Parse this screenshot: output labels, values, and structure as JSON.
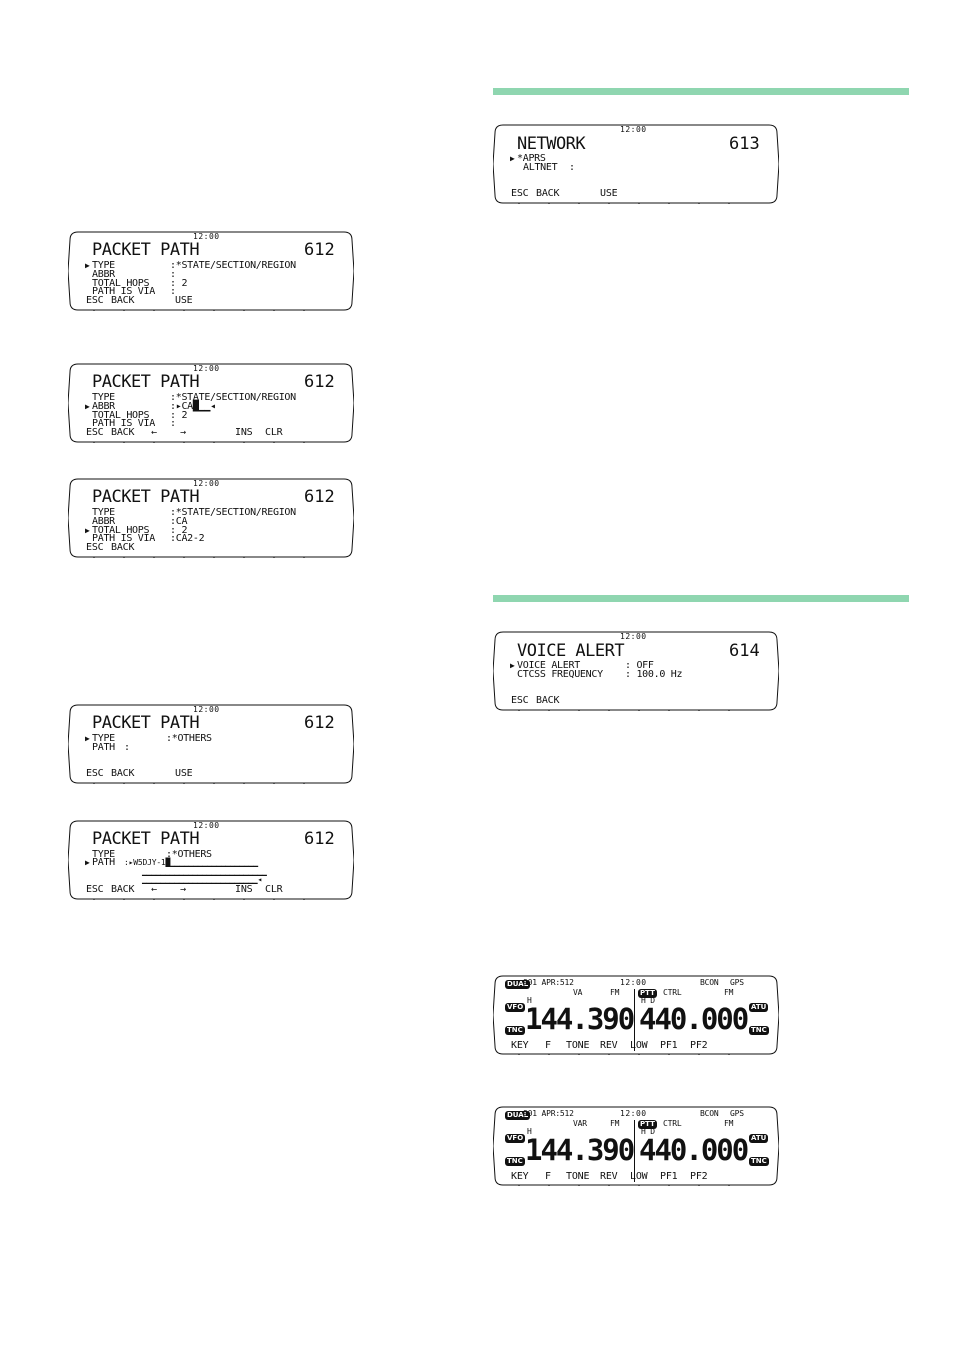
{
  "menus": {
    "packet_path_1": {
      "clock": "12:00",
      "title": "PACKET PATH",
      "number": "612",
      "rows": [
        {
          "label": "TYPE",
          "value": ":*STATE/SECTION/REGION"
        },
        {
          "label": "ABBR",
          "value": ":"
        },
        {
          "label": "TOTAL HOPS",
          "value": ": 2"
        },
        {
          "label": "PATH IS VIA",
          "value": ":"
        }
      ],
      "softkeys": [
        "ESC",
        "BACK",
        "USE"
      ]
    },
    "packet_path_2": {
      "clock": "12:00",
      "title": "PACKET PATH",
      "number": "612",
      "rows": [
        {
          "label": "TYPE",
          "value": ":*STATE/SECTION/REGION"
        },
        {
          "label": "ABBR",
          "value": ":▸CA█▁▁◂"
        },
        {
          "label": "TOTAL HOPS",
          "value": ": 2"
        },
        {
          "label": "PATH IS VIA",
          "value": ":"
        }
      ],
      "softkeys": [
        "ESC",
        "BACK",
        "←",
        "→",
        "INS",
        "CLR"
      ]
    },
    "packet_path_3": {
      "clock": "12:00",
      "title": "PACKET PATH",
      "number": "612",
      "rows": [
        {
          "label": "TYPE",
          "value": ":*STATE/SECTION/REGION"
        },
        {
          "label": "ABBR",
          "value": ":CA"
        },
        {
          "label": "TOTAL HOPS",
          "value": ": 2"
        },
        {
          "label": "PATH IS VIA",
          "value": ":CA2-2"
        }
      ],
      "softkeys": [
        "ESC",
        "BACK"
      ]
    },
    "packet_path_4": {
      "clock": "12:00",
      "title": "PACKET PATH",
      "number": "612",
      "rows": [
        {
          "label": "TYPE",
          "value": ":*OTHERS"
        },
        {
          "label": "PATH",
          "value": ":"
        }
      ],
      "softkeys": [
        "ESC",
        "BACK",
        "USE"
      ]
    },
    "packet_path_5": {
      "clock": "12:00",
      "title": "PACKET PATH",
      "number": "612",
      "rows": [
        {
          "label": "TYPE",
          "value": ":*OTHERS"
        },
        {
          "label": "PATH",
          "value": ":▸W5DJY-1█▁▁▁▁▁▁▁▁▁▁▁▁▁▁▁▁▁▁▁"
        },
        {
          "label": "",
          "value": "▁▁▁▁▁▁▁▁▁▁▁▁▁▁▁▁▁▁▁▁▁▁▁▁▁▁▁"
        },
        {
          "label": "",
          "value": "▁▁▁▁▁▁▁▁▁▁▁▁▁▁▁▁▁▁▁▁▁▁▁▁▁◂"
        }
      ],
      "softkeys": [
        "ESC",
        "BACK",
        "←",
        "→",
        "INS",
        "CLR"
      ]
    },
    "network": {
      "clock": "12:00",
      "title": "NETWORK",
      "number": "613",
      "rows": [
        {
          "label": "*APRS",
          "value": ""
        },
        {
          "label": "ALTNET",
          "value": ":"
        }
      ],
      "softkeys": [
        "ESC",
        "BACK",
        "USE"
      ]
    },
    "voice_alert": {
      "clock": "12:00",
      "title": "VOICE ALERT",
      "number": "614",
      "rows": [
        {
          "label": "VOICE ALERT",
          "value": ": OFF"
        },
        {
          "label": "CTCSS FREQUENCY",
          "value": ": 100.0 Hz"
        }
      ],
      "softkeys": [
        "ESC",
        "BACK"
      ]
    }
  },
  "radio_1": {
    "top_left": "901 APR:512",
    "clock": "12:00",
    "bcon": "BCON",
    "gps": "GPS",
    "a_sub": "VA",
    "a_mode": "FM",
    "b_ctrl": "CTRL",
    "b_mode": "FM",
    "badge_ptt": "PTT",
    "a_hi": "H",
    "b_hi": "H D",
    "freq_a": "144.390",
    "freq_b": "440.000",
    "badges": [
      "DUAL",
      "VFO",
      "TNC",
      "ATU",
      "TNC"
    ],
    "softkeys": [
      "KEY",
      "F",
      "TONE",
      "REV",
      "LOW",
      "PF1",
      "PF2"
    ]
  },
  "radio_2": {
    "top_left": "901 APR:512",
    "clock": "12:00",
    "bcon": "BCON",
    "gps": "GPS",
    "a_sub": "VAR",
    "a_mode": "FM",
    "b_ctrl": "CTRL",
    "b_mode": "FM",
    "badge_ptt": "PTT",
    "a_hi": "H",
    "b_hi": "H D",
    "freq_a": "144.390",
    "freq_b": "440.000",
    "badges": [
      "DUAL",
      "VFO",
      "TNC",
      "ATU",
      "TNC"
    ],
    "softkeys": [
      "KEY",
      "F",
      "TONE",
      "REV",
      "LOW",
      "PF1",
      "PF2"
    ]
  }
}
